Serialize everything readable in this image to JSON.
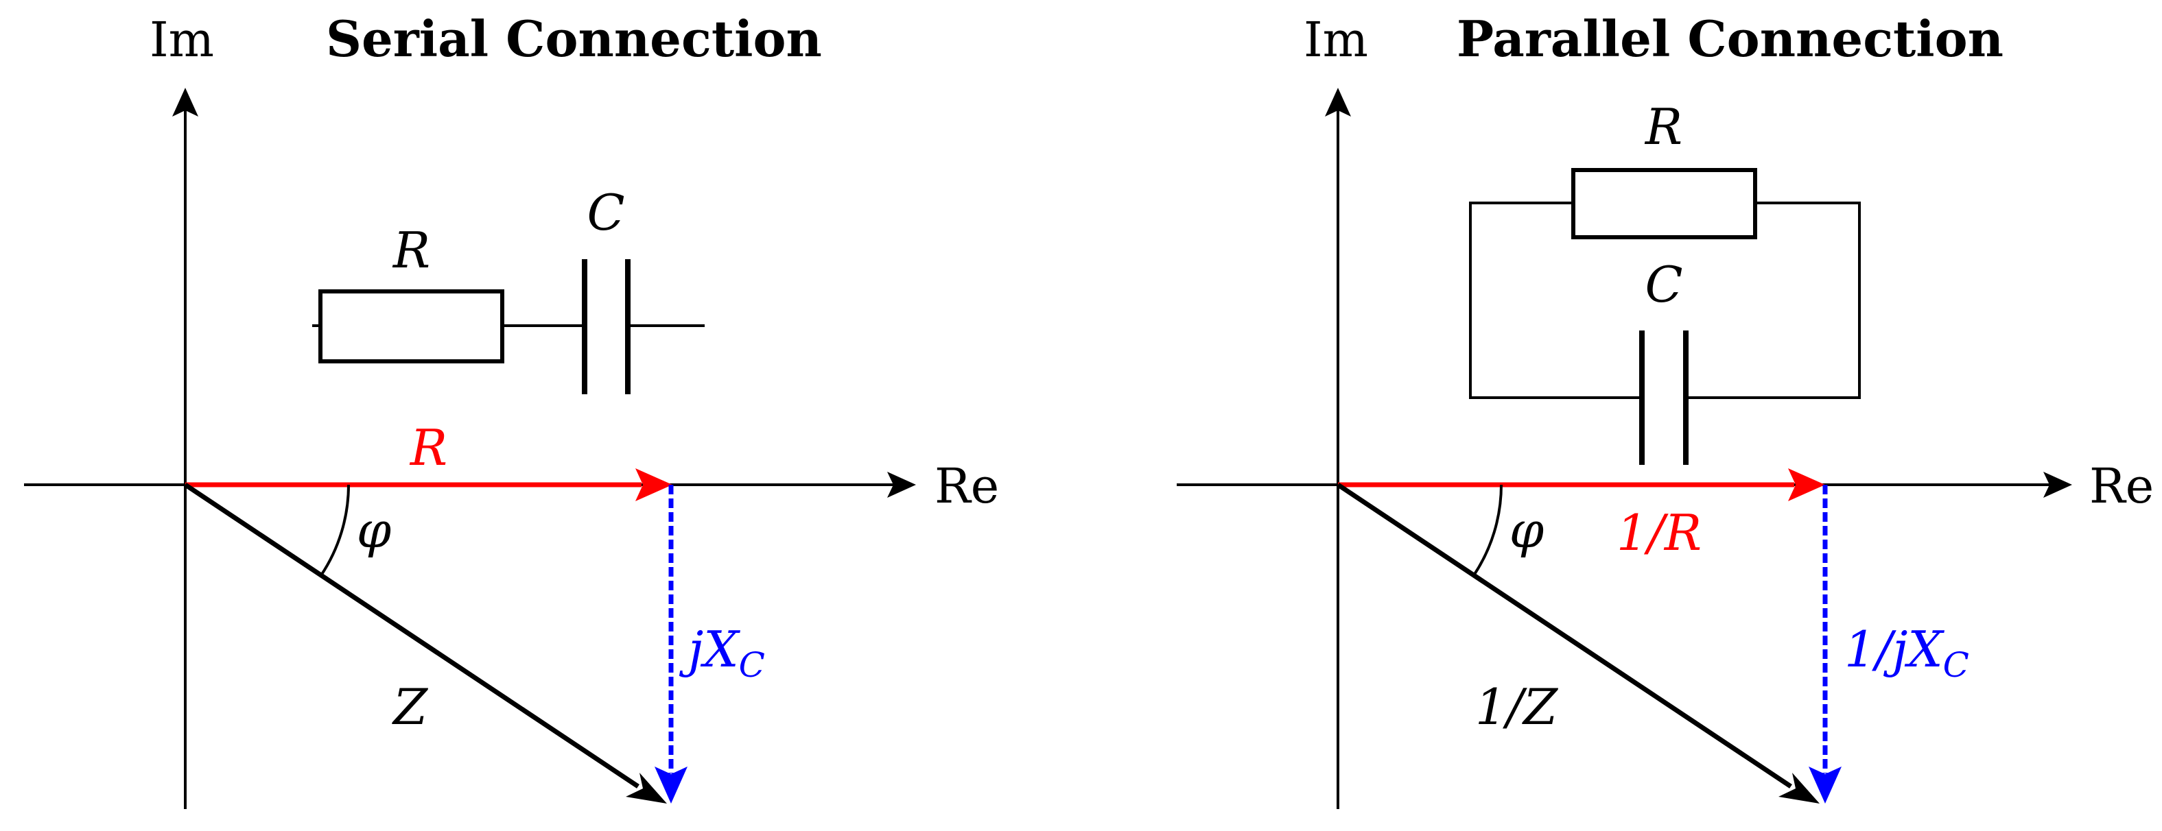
{
  "colors": {
    "axis": "#000000",
    "resistance_vector": "#ff0000",
    "reactance_vector": "#0000ff",
    "impedance_vector": "#000000"
  },
  "serial": {
    "title": "Serial Connection",
    "axis_im": "Im",
    "axis_re": "Re",
    "resistor_label": "R",
    "capacitor_label": "C",
    "vector_real_label": "R",
    "vector_imag_main": "jX",
    "vector_imag_sub": "C",
    "vector_result_label": "Z",
    "angle_label": "φ"
  },
  "parallel": {
    "title": "Parallel Connection",
    "axis_im": "Im",
    "axis_re": "Re",
    "resistor_label": "R",
    "capacitor_label": "C",
    "vector_real_label": "1/R",
    "vector_imag_main": "1/jX",
    "vector_imag_sub": "C",
    "vector_result_label": "1/Z",
    "angle_label": "φ"
  }
}
